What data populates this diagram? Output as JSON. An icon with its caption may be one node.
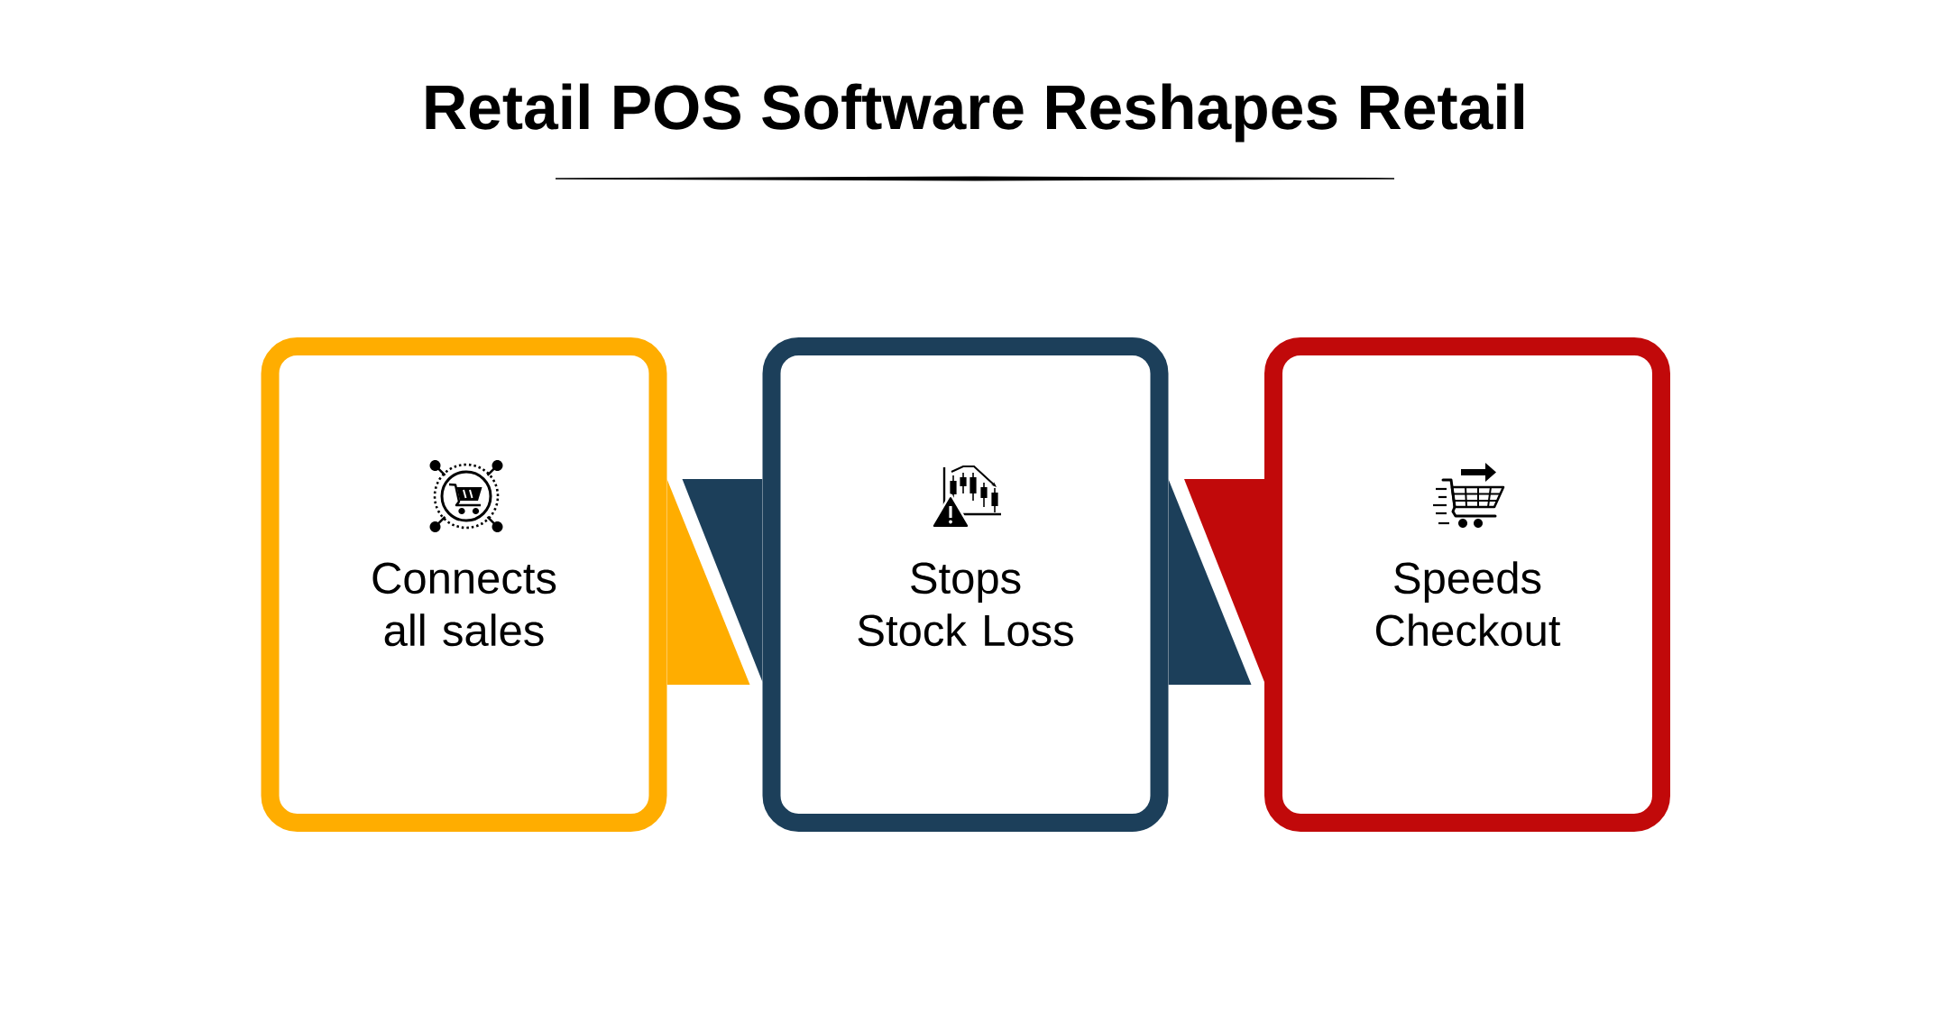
{
  "diagram": {
    "title": "Retail POS Software Reshapes Retail",
    "nodes": [
      {
        "text": [
          "Connects all sales"
        ]
      },
      {
        "text": [
          "Stops Stock Loss"
        ]
      },
      {
        "text": [
          "Speeds Checkout"
        ]
      }
    ],
    "edges": [
      {
        "from": 0,
        "to": 1,
        "arrow": "none"
      },
      {
        "from": 1,
        "to": 2,
        "arrow": "none"
      }
    ]
  }
}
